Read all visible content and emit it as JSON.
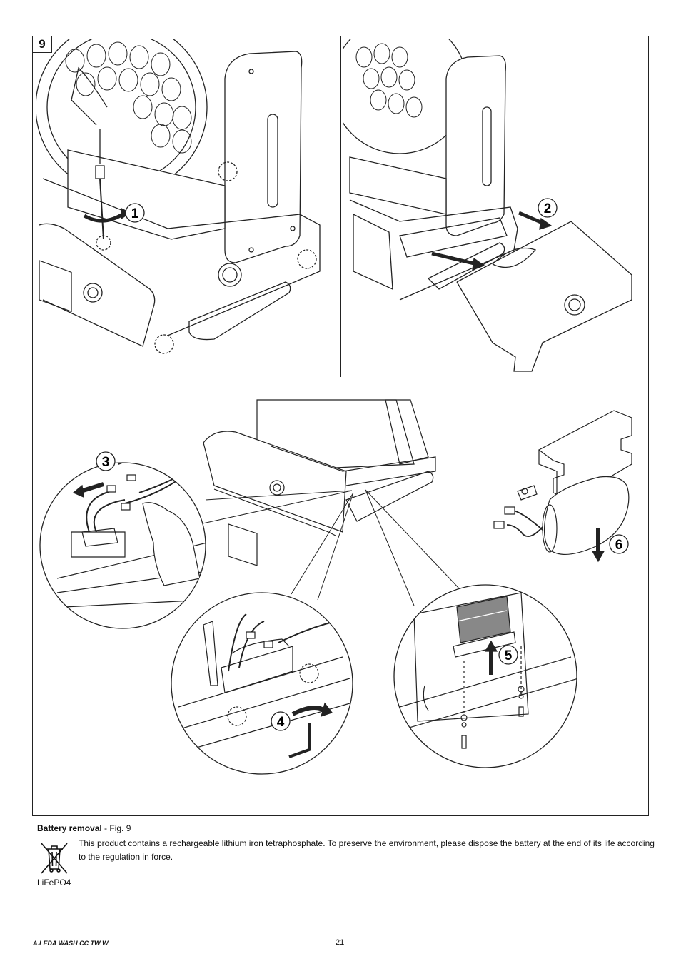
{
  "figure": {
    "number": "9",
    "steps": [
      "1",
      "2",
      "3",
      "4",
      "5",
      "6"
    ]
  },
  "caption": {
    "title": "Battery removal",
    "suffix": " - Fig. 9"
  },
  "notice": {
    "text": "This product contains a rechargeable lithium iron tetraphosphate. To preserve the environment, please dispose the battery at the end of its life according to the regulation in force.",
    "icon": "crossed-out-bin-icon",
    "icon_label": "LiFePO4"
  },
  "footer": {
    "product": "A.LEDA WASH CC TW W",
    "page": "21"
  }
}
